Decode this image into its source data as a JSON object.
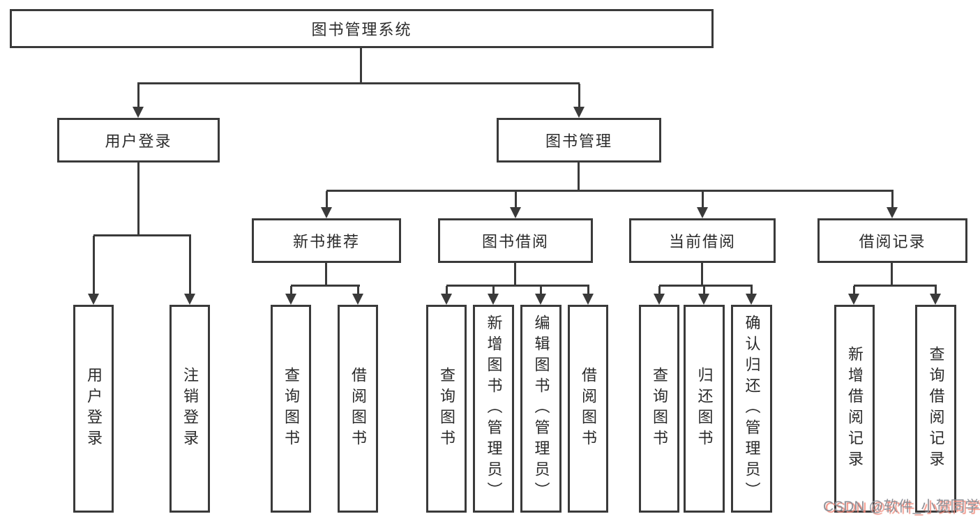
{
  "diagram": {
    "root": "图书管理系统",
    "branches": {
      "user_login": {
        "label": "用户登录",
        "children": [
          "用户登录",
          "注销登录"
        ]
      },
      "book_management": {
        "label": "图书管理",
        "children": [
          {
            "label": "新书推荐",
            "children": [
              "查询图书",
              "借阅图书"
            ]
          },
          {
            "label": "图书借阅",
            "children": [
              "查询图书",
              "新增图书（管理员）",
              "编辑图书（管理员）",
              "借阅图书"
            ]
          },
          {
            "label": "当前借阅",
            "children": [
              "查询图书",
              "归还图书",
              "确认归还（管理员）"
            ]
          },
          {
            "label": "借阅记录",
            "children": [
              "新增借阅记录",
              "查询借阅记录"
            ]
          }
        ]
      }
    }
  },
  "watermark": {
    "text": "CSDN @软件_小贺同学"
  },
  "colors": {
    "line": "#3a3a3a",
    "text": "#2b2b2b",
    "background": "#ffffff",
    "watermark_gray": "#8f9097",
    "watermark_red": "#f0897a"
  }
}
